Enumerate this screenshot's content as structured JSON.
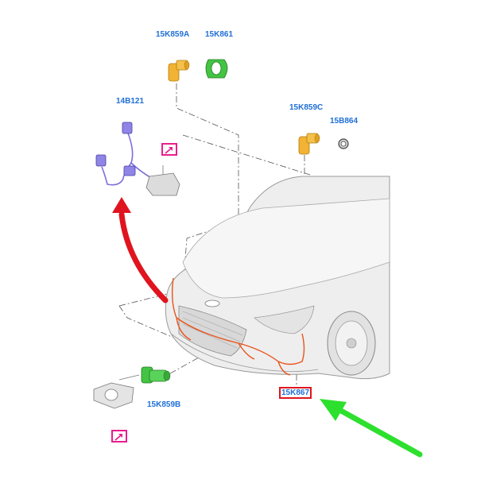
{
  "parts": [
    {
      "id": "p1",
      "code": "15K859A"
    },
    {
      "id": "p2",
      "code": "15K861"
    },
    {
      "id": "p3",
      "code": "14B121"
    },
    {
      "id": "p4",
      "code": "15K859C"
    },
    {
      "id": "p5",
      "code": "15B864"
    },
    {
      "id": "p6",
      "code": "15K859B"
    },
    {
      "id": "p7",
      "code": "15K867",
      "highlighted": true
    }
  ],
  "colors": {
    "label": "#1f6fd6",
    "highlight_box": "#e0141e",
    "red_arrow": "#e0141e",
    "green_arrow": "#2ee02e",
    "note_icon": "#e91e8c",
    "sensor_yellow": "#f2b233",
    "sensor_green": "#43c443",
    "harness_purple": "#7b6fd8",
    "harness_orange": "#e8541c"
  },
  "icons": [
    "note-icon",
    "note-icon"
  ]
}
